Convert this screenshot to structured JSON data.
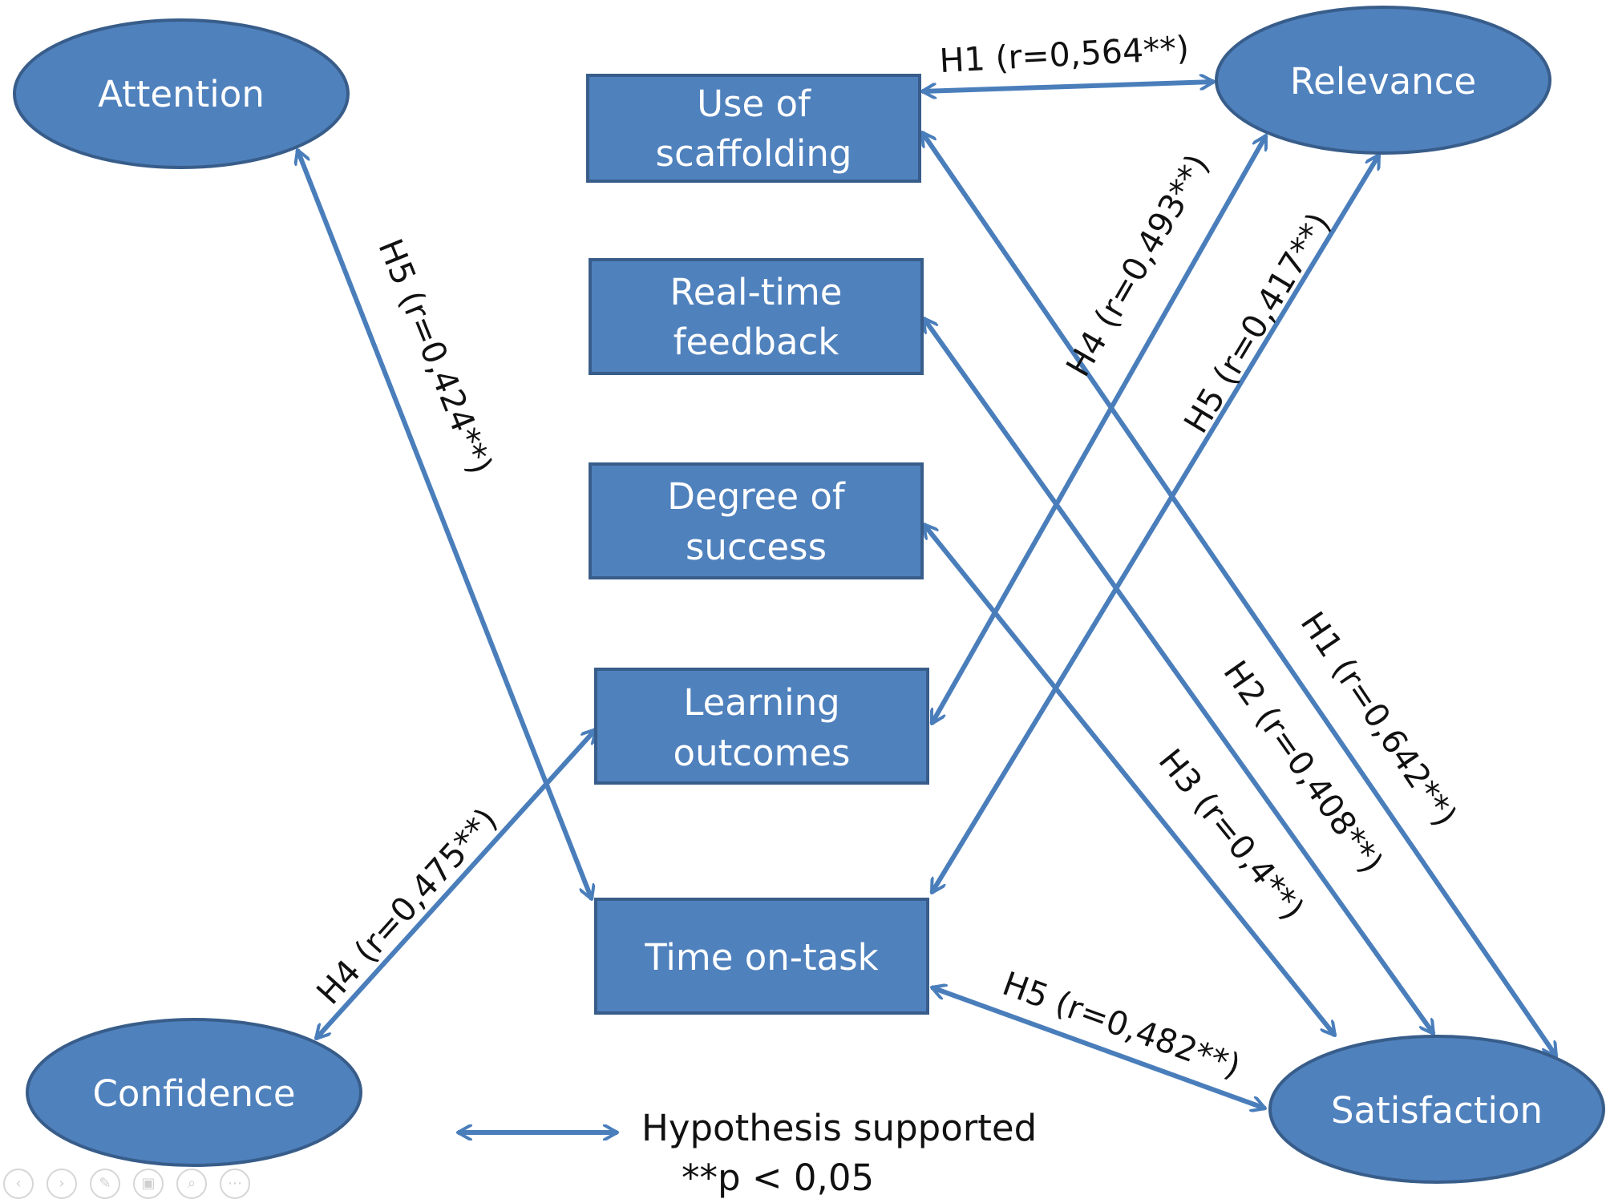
{
  "colors": {
    "node_fill": "#4f81bd",
    "node_stroke": "#385d8a",
    "edge": "#4a7ebb",
    "node_text": "#ffffff",
    "label_text": "#111111"
  },
  "nodes": {
    "attention": "Attention",
    "relevance": "Relevance",
    "confidence": "Confidence",
    "satisfaction": "Satisfaction",
    "scaffolding": [
      "Use of",
      "scaffolding"
    ],
    "feedback": [
      "Real-time",
      "feedback"
    ],
    "success": [
      "Degree of",
      "success"
    ],
    "outcomes": [
      "Learning",
      "outcomes"
    ],
    "time": "Time on-task"
  },
  "edges": [
    {
      "from": "Use of scaffolding",
      "to": "Relevance",
      "label": "H1 (r=0,564**)"
    },
    {
      "from": "Use of scaffolding",
      "to": "Satisfaction",
      "label": "H1 (r=0,642**)"
    },
    {
      "from": "Real-time feedback",
      "to": "Satisfaction",
      "label": "H2 (r=0,408**)"
    },
    {
      "from": "Degree of success",
      "to": "Satisfaction",
      "label": "H3 (r=0,4**)"
    },
    {
      "from": "Learning outcomes",
      "to": "Relevance",
      "label": "H4 (r=0,493**)"
    },
    {
      "from": "Learning outcomes",
      "to": "Confidence",
      "label": "H4 (r=0,475**)"
    },
    {
      "from": "Time on-task",
      "to": "Attention",
      "label": "H5 (r=0,424**)"
    },
    {
      "from": "Time on-task",
      "to": "Relevance",
      "label": "H5 (r=0,417**)"
    },
    {
      "from": "Time on-task",
      "to": "Satisfaction",
      "label": "H5 (r=0,482**)"
    }
  ],
  "legend": {
    "supported": "Hypothesis supported",
    "significance": "**p < 0,05"
  },
  "toolbar": {
    "icons": [
      "previous-icon",
      "next-icon",
      "pen-icon",
      "slides-icon",
      "zoom-icon",
      "more-icon"
    ],
    "glyphs": [
      "‹",
      "›",
      "✎",
      "▣",
      "⌕",
      "⋯"
    ]
  }
}
